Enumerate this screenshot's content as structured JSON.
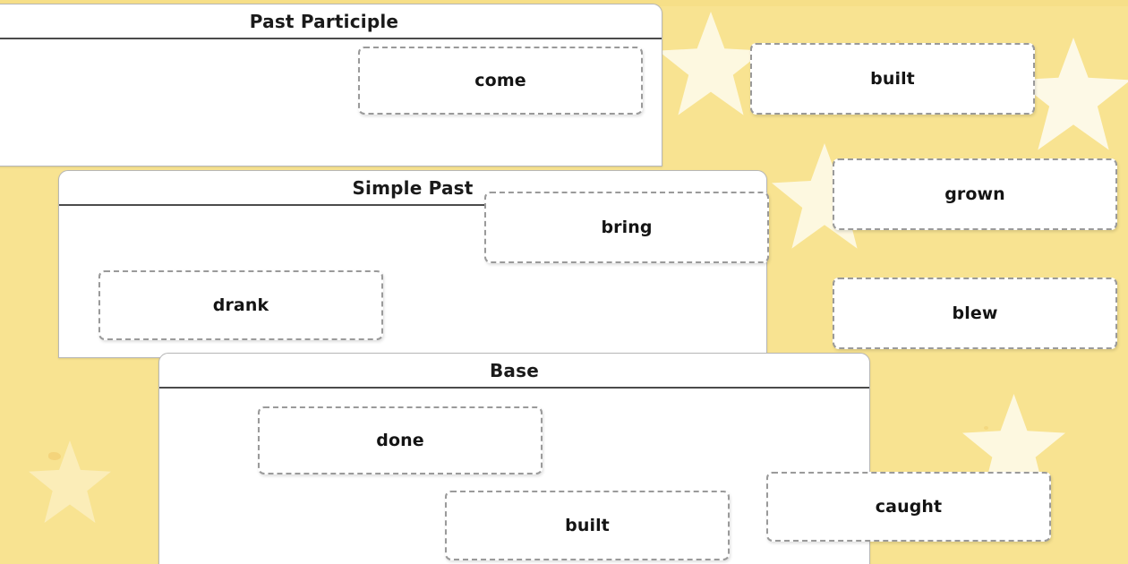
{
  "theme": {
    "background_color": "#f8e391",
    "card_color": "#ffffff",
    "star_color": "#fdf8e0",
    "tile_border_color": "#9a9a9a",
    "header_rule_color": "#4b4b4b",
    "text_color": "#141414"
  },
  "activity": {
    "kind": "drag-and-drop-sorting",
    "category_cards": [
      {
        "id": "past-participle",
        "title": "Past Participle"
      },
      {
        "id": "simple-past",
        "title": "Simple Past"
      },
      {
        "id": "base",
        "title": "Base"
      }
    ]
  },
  "placed_tiles": {
    "past_participle": [
      {
        "word": "come"
      }
    ],
    "simple_past": [
      {
        "word": "bring"
      },
      {
        "word": "drank"
      }
    ],
    "base": [
      {
        "word": "done"
      },
      {
        "word": "built"
      }
    ]
  },
  "loose_tiles": [
    {
      "word": "built"
    },
    {
      "word": "grown"
    },
    {
      "word": "blew"
    },
    {
      "word": "caught"
    }
  ],
  "decorations": {
    "star_count": 5,
    "star_label": "star-decoration"
  }
}
